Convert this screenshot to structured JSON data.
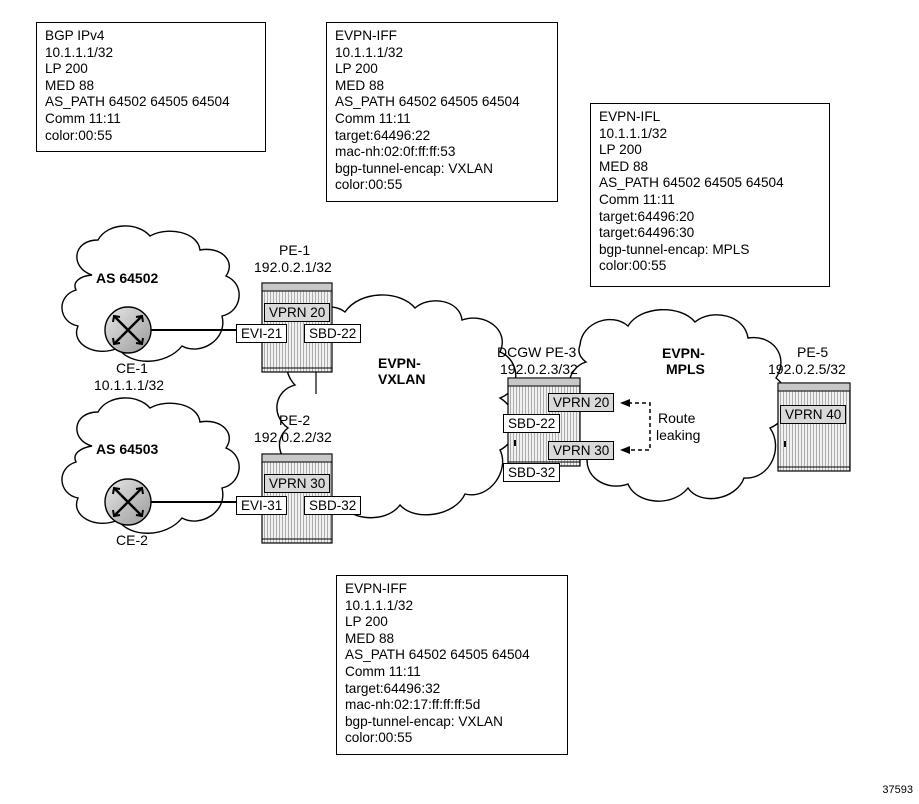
{
  "boxes": {
    "bgp_ipv4": [
      "BGP IPv4",
      "10.1.1.1/32",
      "LP 200",
      "MED 88",
      "AS_PATH 64502 64505 64504",
      "Comm 11:11",
      "color:00:55"
    ],
    "evpn_iff_top": [
      "EVPN-IFF",
      "10.1.1.1/32",
      "LP 200",
      "MED 88",
      "AS_PATH 64502 64505 64504",
      "Comm 11:11",
      "target:64496:22",
      "mac-nh:02:0f:ff:ff:53",
      "bgp-tunnel-encap: VXLAN",
      "color:00:55"
    ],
    "evpn_ifl": [
      "EVPN-IFL",
      "10.1.1.1/32",
      "LP 200",
      "MED 88",
      "AS_PATH 64502 64505 64504",
      "Comm 11:11",
      "target:64496:20",
      "target:64496:30",
      "bgp-tunnel-encap: MPLS",
      "color:00:55"
    ],
    "evpn_iff_bottom": [
      "EVPN-IFF",
      "10.1.1.1/32",
      "LP 200",
      "MED 88",
      "AS_PATH 64502 64505 64504",
      "Comm 11:11",
      "target:64496:32",
      "mac-nh:02:17:ff:ff:ff:5d",
      "bgp-tunnel-encap: VXLAN",
      "color:00:55"
    ]
  },
  "clouds": {
    "as1": "AS 64502",
    "as2": "AS 64503",
    "vxlan_l1": "EVPN-",
    "vxlan_l2": "VXLAN",
    "mpls_l1": "EVPN-",
    "mpls_l2": "MPLS"
  },
  "nodes": {
    "pe1_name": "PE-1",
    "pe1_ip": "192.0.2.1/32",
    "pe2_name": "PE-2",
    "pe2_ip": "192.0.2.2/32",
    "pe3_name": "DCGW PE-3",
    "pe3_ip": "192.0.2.3/32",
    "pe5_name": "PE-5",
    "pe5_ip": "192.0.2.5/32",
    "ce1_name": "CE-1",
    "ce1_ip": "10.1.1.1/32",
    "ce2_name": "CE-2"
  },
  "tags": {
    "pe1_vprn": "VPRN 20",
    "pe1_evi": "EVI-21",
    "pe1_sbd": "SBD-22",
    "pe2_vprn": "VPRN 30",
    "pe2_evi": "EVI-31",
    "pe2_sbd": "SBD-32",
    "pe3_vprn20": "VPRN 20",
    "pe3_sbd22": "SBD-22",
    "pe3_vprn30": "VPRN 30",
    "pe3_sbd32": "SBD-32",
    "pe5_vprn": "VPRN 40"
  },
  "leaking": {
    "l1": "Route",
    "l2": "leaking"
  },
  "figure_id": "37593"
}
